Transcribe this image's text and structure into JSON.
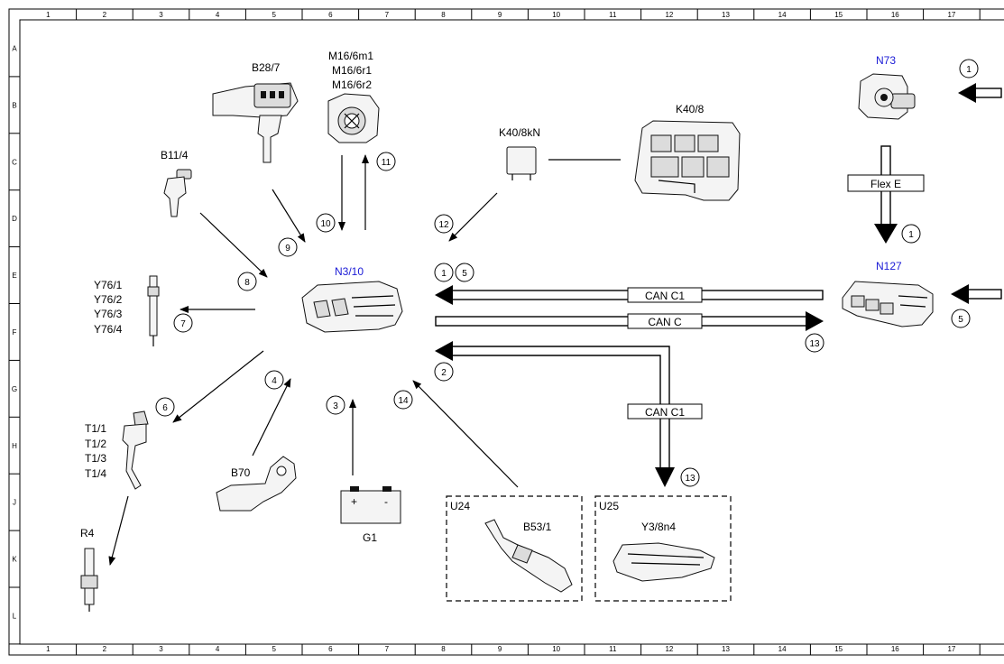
{
  "grid": {
    "cols": [
      "1",
      "2",
      "3",
      "4",
      "5",
      "6",
      "7",
      "8",
      "9",
      "10",
      "11",
      "12",
      "13",
      "14",
      "15",
      "16",
      "17"
    ],
    "rows": [
      "A",
      "B",
      "C",
      "D",
      "E",
      "F",
      "G",
      "H",
      "J",
      "K",
      "L"
    ]
  },
  "components": {
    "b28_7": "B28/7",
    "m16_6m1": "M16/6m1",
    "m16_6r1": "M16/6r1",
    "m16_6r2": "M16/6r2",
    "b11_4": "B11/4",
    "k40_8kn": "K40/8kN",
    "k40_8": "K40/8",
    "n73": "N73",
    "n3_10": "N3/10",
    "n127": "N127",
    "y76_1": "Y76/1",
    "y76_2": "Y76/2",
    "y76_3": "Y76/3",
    "y76_4": "Y76/4",
    "t1_1": "T1/1",
    "t1_2": "T1/2",
    "t1_3": "T1/3",
    "t1_4": "T1/4",
    "b70": "B70",
    "g1": "G1",
    "g1_plus": "+",
    "g1_minus": "-",
    "r4": "R4",
    "u24": "U24",
    "b53_1": "B53/1",
    "u25": "U25",
    "y3_8n4": "Y3/8n4"
  },
  "buses": {
    "flex_e": "Flex E",
    "can_c1_upper": "CAN C1",
    "can_c": "CAN C",
    "can_c1_lower": "CAN C1"
  },
  "signals": {
    "s1_top": "1",
    "s1_flex": "1",
    "s1_can": "1",
    "s2": "2",
    "s3": "3",
    "s4": "4",
    "s5_can": "5",
    "s5_right": "5",
    "s6": "6",
    "s7": "7",
    "s8": "8",
    "s9": "9",
    "s10": "10",
    "s11": "11",
    "s12": "12",
    "s13_can": "13",
    "s13_u25": "13",
    "s14": "14"
  },
  "colors": {
    "component_label": "#1a1ad6",
    "line": "#000000",
    "background": "#ffffff"
  }
}
